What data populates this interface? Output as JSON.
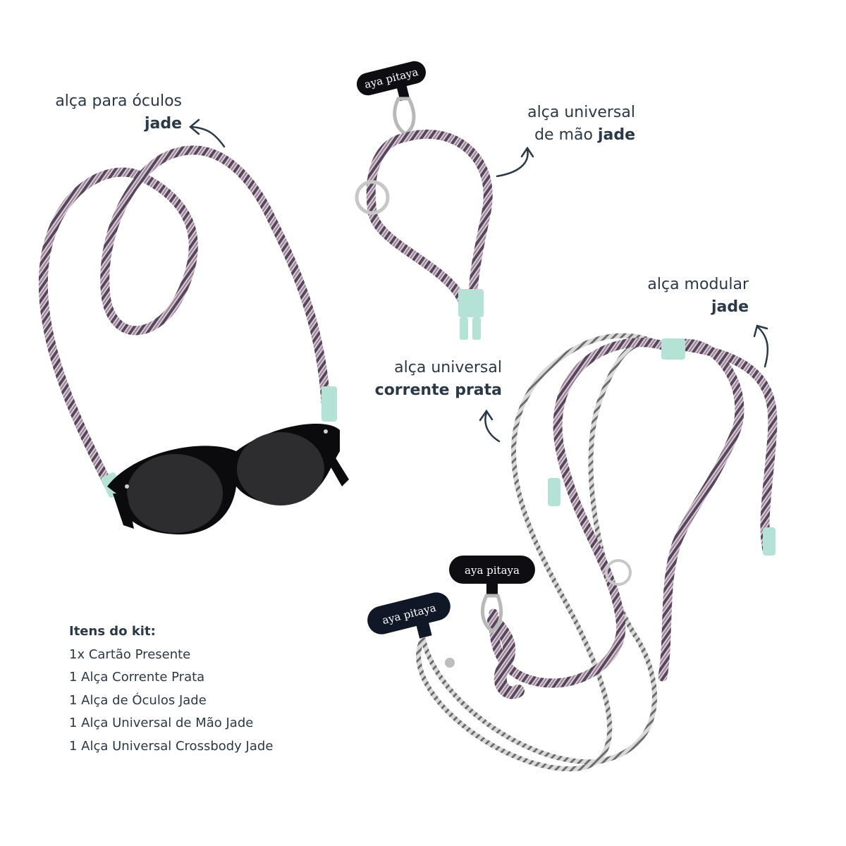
{
  "labels": {
    "oculos": {
      "line1": "alça para óculos",
      "line2": "jade"
    },
    "mao": {
      "line1": "alça universal",
      "line2_prefix": "de mão ",
      "line2_bold": "jade"
    },
    "modular": {
      "line1": "alça modular",
      "line2": "jade"
    },
    "corrente": {
      "line1": "alça universal",
      "line2": "corrente prata"
    }
  },
  "brand": {
    "tag_mao": "aya pitaya",
    "tag_modular": "aya pitaya",
    "tag_corrente": "aya pitaya"
  },
  "kit": {
    "title": "Itens do kit:",
    "items": [
      "1x Cartão Presente",
      "1 Alça Corrente Prata",
      "1 Alça de Óculos Jade",
      "1 Alça Universal de Mão Jade",
      "1 Alça Universal Crossbody Jade"
    ]
  },
  "colors": {
    "text": "#2b3846",
    "cord": "#b9a7b4",
    "cord_dark": "#4a4456",
    "jade": "#b4e3d6",
    "chain": "#8d8d8d",
    "tag": "#0e0e12",
    "tag_navy": "#101726"
  }
}
